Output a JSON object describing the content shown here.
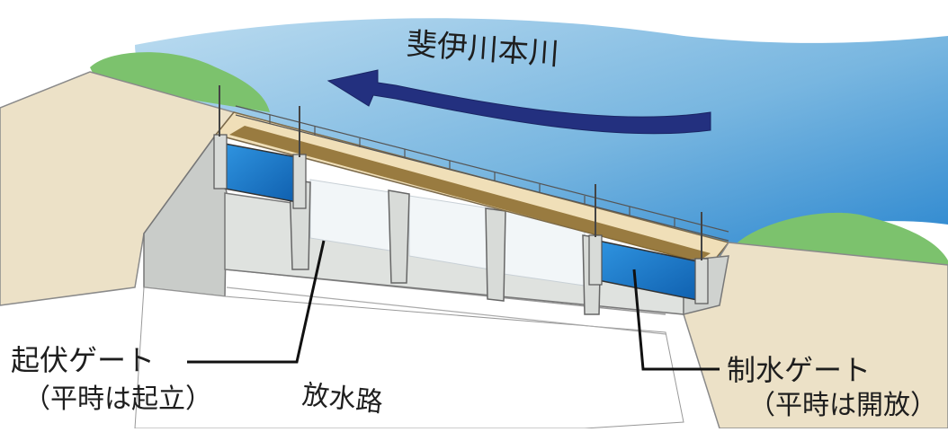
{
  "labels": {
    "river": "斐伊川本川",
    "inflatable_gate": "起伏ゲート",
    "inflatable_gate_note": "（平時は起立）",
    "control_gate": "制水ゲート",
    "control_gate_note": "（平時は開放）",
    "spillway": "放水路"
  },
  "colors": {
    "river": "#78b6e0",
    "flow_arrow": "#23307f",
    "gate_panel": "#1f7fd0",
    "grass": "#7cc26d",
    "deck": "#f0dfb8",
    "concrete": "#d6d9d6",
    "walkway": "#8a6a2a"
  }
}
